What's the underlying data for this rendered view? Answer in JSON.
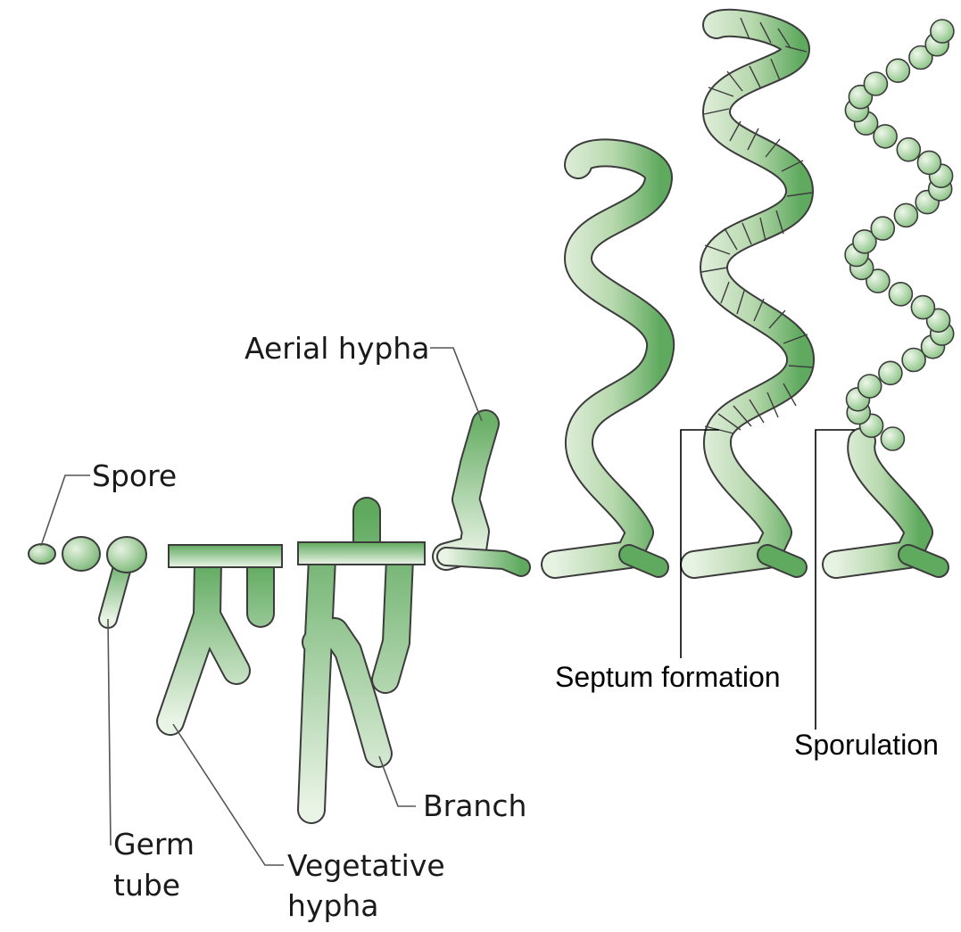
{
  "labels": {
    "spore": "Spore",
    "germ_tube_1": "Germ",
    "germ_tube_2": "tube",
    "vegetative_1": "Vegetative",
    "vegetative_2": "hypha",
    "branch": "Branch",
    "aerial": "Aerial hypha",
    "septum": "Septum formation",
    "sporulation": "Sporulation"
  },
  "colors": {
    "dark_green": "#5faa5f",
    "light_green": "#e8f3e4",
    "outline": "#3c3c3c"
  }
}
